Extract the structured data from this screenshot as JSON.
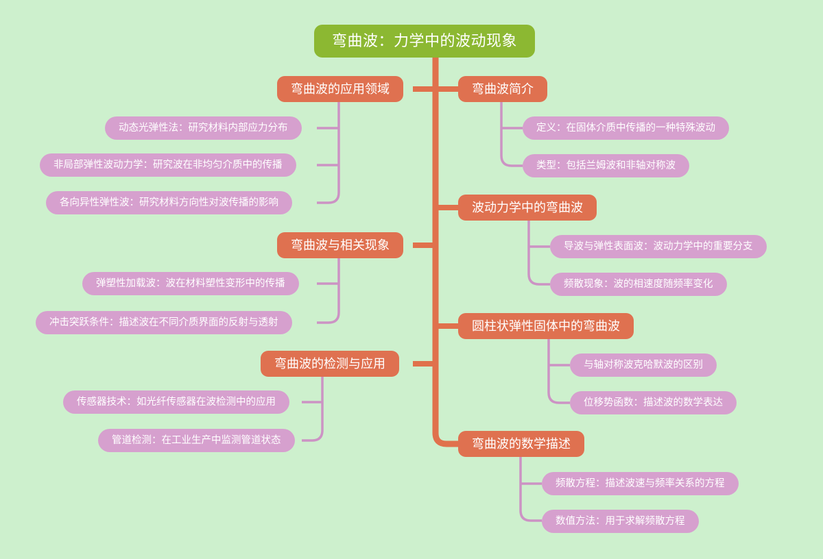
{
  "colors": {
    "background": "#cdf0cd",
    "root": "#8cb832",
    "branch": "#df7150",
    "leaf": "#d6a0ce",
    "trunk": "#e0714c",
    "child_connector": "#cc93c4",
    "text": "#ffffff"
  },
  "root": {
    "label": "弯曲波：力学中的波动现象"
  },
  "branches": [
    {
      "id": "ying-yong-ling-yu",
      "label": "弯曲波的应用领域",
      "side": "left",
      "children": [
        {
          "label": "动态光弹性法：研究材料内部应力分布"
        },
        {
          "label": "非局部弹性波动力学：研究波在非均匀介质中的传播"
        },
        {
          "label": "各向异性弹性波：研究材料方向性对波传播的影响"
        }
      ]
    },
    {
      "id": "xiang-guan-xian-xiang",
      "label": "弯曲波与相关现象",
      "side": "left",
      "children": [
        {
          "label": "弹塑性加载波：波在材料塑性变形中的传播"
        },
        {
          "label": "冲击突跃条件：描述波在不同介质界面的反射与透射"
        }
      ]
    },
    {
      "id": "jian-ce-yu-ying-yong",
      "label": "弯曲波的检测与应用",
      "side": "left",
      "children": [
        {
          "label": "传感器技术：如光纤传感器在波检测中的应用"
        },
        {
          "label": "管道检测：在工业生产中监测管道状态"
        }
      ]
    },
    {
      "id": "jian-jie",
      "label": "弯曲波简介",
      "side": "right",
      "children": [
        {
          "label": "定义：在固体介质中传播的一种特殊波动"
        },
        {
          "label": "类型：包括兰姆波和非轴对称波"
        }
      ]
    },
    {
      "id": "bo-dong-li-xue",
      "label": "波动力学中的弯曲波",
      "side": "right",
      "children": [
        {
          "label": "导波与弹性表面波：波动力学中的重要分支"
        },
        {
          "label": "频散现象：波的相速度随频率变化"
        }
      ]
    },
    {
      "id": "yuan-zhu-zhuang",
      "label": "圆柱状弹性固体中的弯曲波",
      "side": "right",
      "children": [
        {
          "label": "与轴对称波克哈默波的区别"
        },
        {
          "label": "位移势函数：描述波的数学表达"
        }
      ]
    },
    {
      "id": "shu-xue-miao-shu",
      "label": "弯曲波的数学描述",
      "side": "right",
      "children": [
        {
          "label": "频散方程：描述波速与频率关系的方程"
        },
        {
          "label": "数值方法：用于求解频散方程"
        }
      ]
    }
  ]
}
